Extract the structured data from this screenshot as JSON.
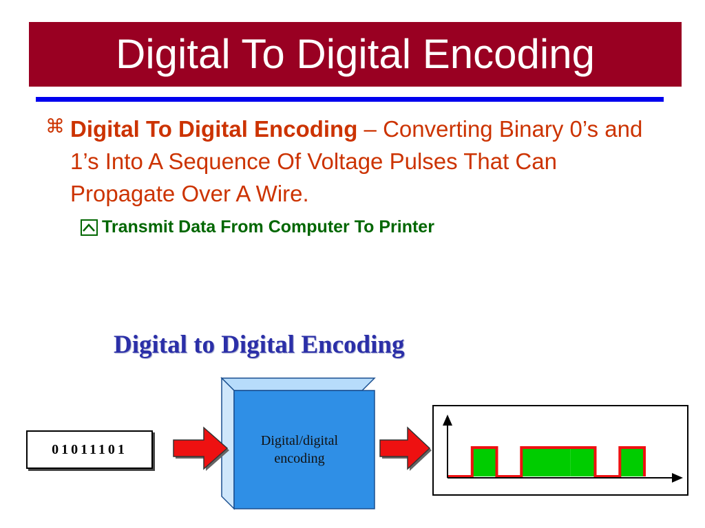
{
  "slide": {
    "title": "Digital To Digital Encoding",
    "bullet1": {
      "term": "Digital To Digital Encoding",
      "dash": " – ",
      "text": "Converting Binary 0’s and 1’s Into A Sequence Of Voltage Pulses That Can Propagate Over A Wire."
    },
    "bullet2": {
      "text": "Transmit Data From Computer To Printer"
    }
  },
  "figure": {
    "title": "Digital to Digital Encoding",
    "bits": "01011101",
    "encoder_label_line1": "Digital/digital",
    "encoder_label_line2": "encoding",
    "signal_levels": [
      0,
      1,
      0,
      1,
      1,
      1,
      0,
      1
    ]
  },
  "colors": {
    "title_bg": "#990022",
    "title_rule": "#0000ee",
    "bullet1_text": "#cc3300",
    "bullet2_text": "#006600",
    "encoder_box": "#2f8fe6",
    "arrow_fill": "#ee1111",
    "signal_line": "#ee1111",
    "signal_fill": "#00cc00"
  }
}
